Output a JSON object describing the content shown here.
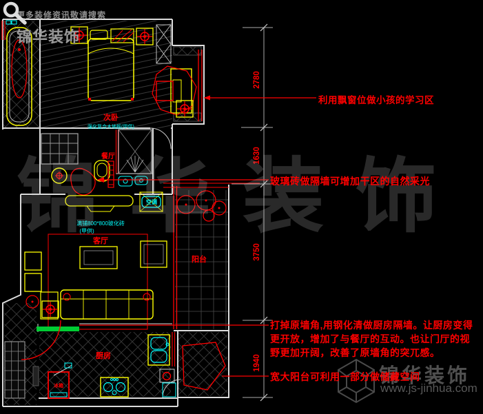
{
  "watermark": {
    "search_hint": "更多装修资讯敬请搜索",
    "top_brand": "锦华装饰",
    "big_brand": "锦华装饰",
    "footer_brand": "锦华装饰",
    "footer_url": "www.js-jinhua.com"
  },
  "rooms": {
    "bedroom": {
      "label": "次卧",
      "floor_note": "强化复合木地板(甲供)"
    },
    "dining": {
      "label": "餐厅"
    },
    "living": {
      "label": "客厅",
      "floor_note_line1": "满铺800*800玻化砖",
      "floor_note_line2": "(甲供)"
    },
    "balcony": {
      "label": "阳台"
    },
    "kitchen": {
      "label": "厨房"
    }
  },
  "appliances": {
    "air_conditioner": "空调",
    "fridge": "冰箱"
  },
  "dimensions": {
    "d1": "2780",
    "d2": "1630",
    "d3": "3750",
    "d4": "1940"
  },
  "annotations": {
    "a1": "利用飘窗位做小孩的学习区",
    "a2": "玻璃砖做隔墙可增加干区的自然采光",
    "a3_line1": "打掉原墙角,用钢化清做厨房隔墙。让厨房变得",
    "a3_line2": "更开放，增加了与餐厅的互动。也让门厅的视",
    "a3_line3": "野更加开阔，改善了原墙角的突兀感。",
    "a4": "宽大阳台可利用一部分做储藏空间"
  },
  "colors": {
    "wall": "#dcdcdc",
    "furniture": "#ffff00",
    "marker": "#ff0000",
    "fixture": "#00ffff",
    "accent_green": "#00cc33",
    "watermark": "#8f8f8f"
  }
}
